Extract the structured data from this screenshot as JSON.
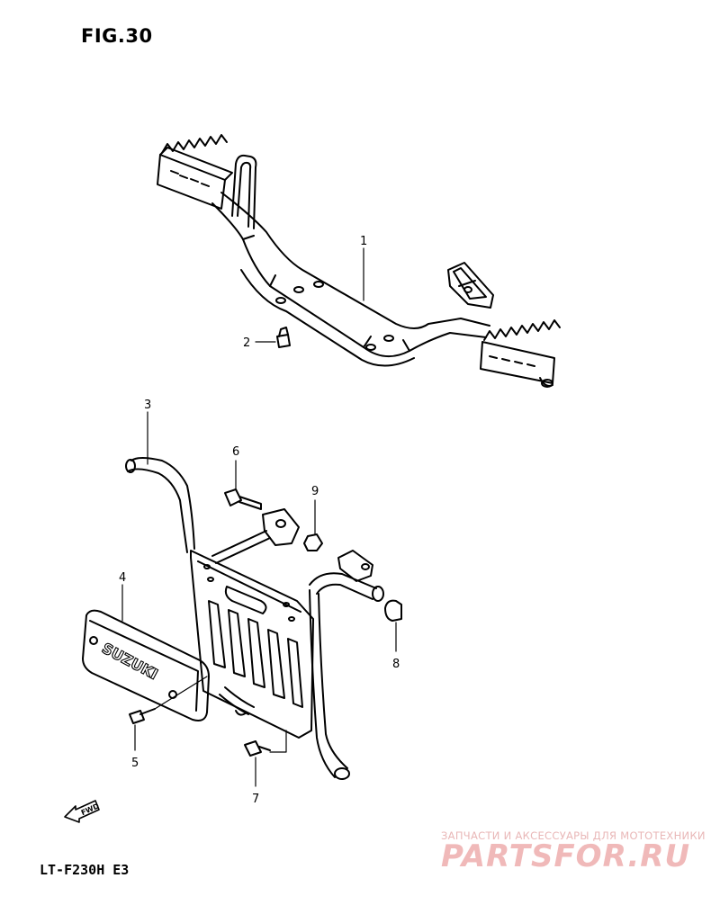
{
  "figure": {
    "title": "FIG.30",
    "model": "LT-F230H E3"
  },
  "fwd_label": "FWD",
  "brand_text": "SUZUKI",
  "callouts": [
    "1",
    "2",
    "3",
    "4",
    "5",
    "6",
    "7",
    "8",
    "9"
  ],
  "watermark": {
    "tagline": "ЗАПЧАСТИ И АКСЕССУАРЫ ДЛЯ МОТОТЕХНИКИ",
    "logo": "PARTSFOR.RU",
    "color": "#f0b9b9"
  }
}
